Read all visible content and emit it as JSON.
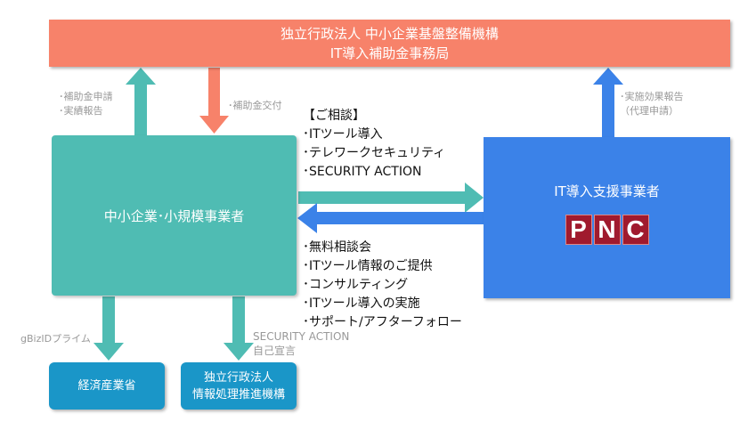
{
  "top": {
    "line1": "独立行政法人 中小企業基盤整備機構",
    "line2": "IT導入補助金事務局"
  },
  "sme": {
    "label": "中小企業･小規模事業者"
  },
  "vendor": {
    "label": "IT導入支援事業者",
    "logo": "PNC"
  },
  "labels": {
    "apply1": "･補助金申請",
    "apply2": "･実績報告",
    "grant": "･補助金交付",
    "report1": "･実施効果報告",
    "report2": "（代理申請）",
    "gbiz": "gBizIDプライム",
    "sa1": "SECURITY ACTION",
    "sa2": "自己宣言"
  },
  "consult": {
    "title": "【ご相談】",
    "items": [
      "･ITツール導入",
      "･テレワークセキュリティ",
      "･SECURITY ACTION"
    ]
  },
  "services": {
    "items": [
      "･無料相談会",
      "･ITツール情報のご提供",
      "･コンサルティング",
      "･ITツール導入の実施",
      "･サポート/アフターフォロー"
    ]
  },
  "meti": {
    "label": "経済産業省"
  },
  "ipa": {
    "line1": "独立行政法人",
    "line2": "情報処理推進機構"
  },
  "colors": {
    "top": "#f7826a",
    "sme": "#4fbcb3",
    "vendor": "#3b82e8",
    "agency": "#1a96c8",
    "pnc": "#a01a2e"
  }
}
